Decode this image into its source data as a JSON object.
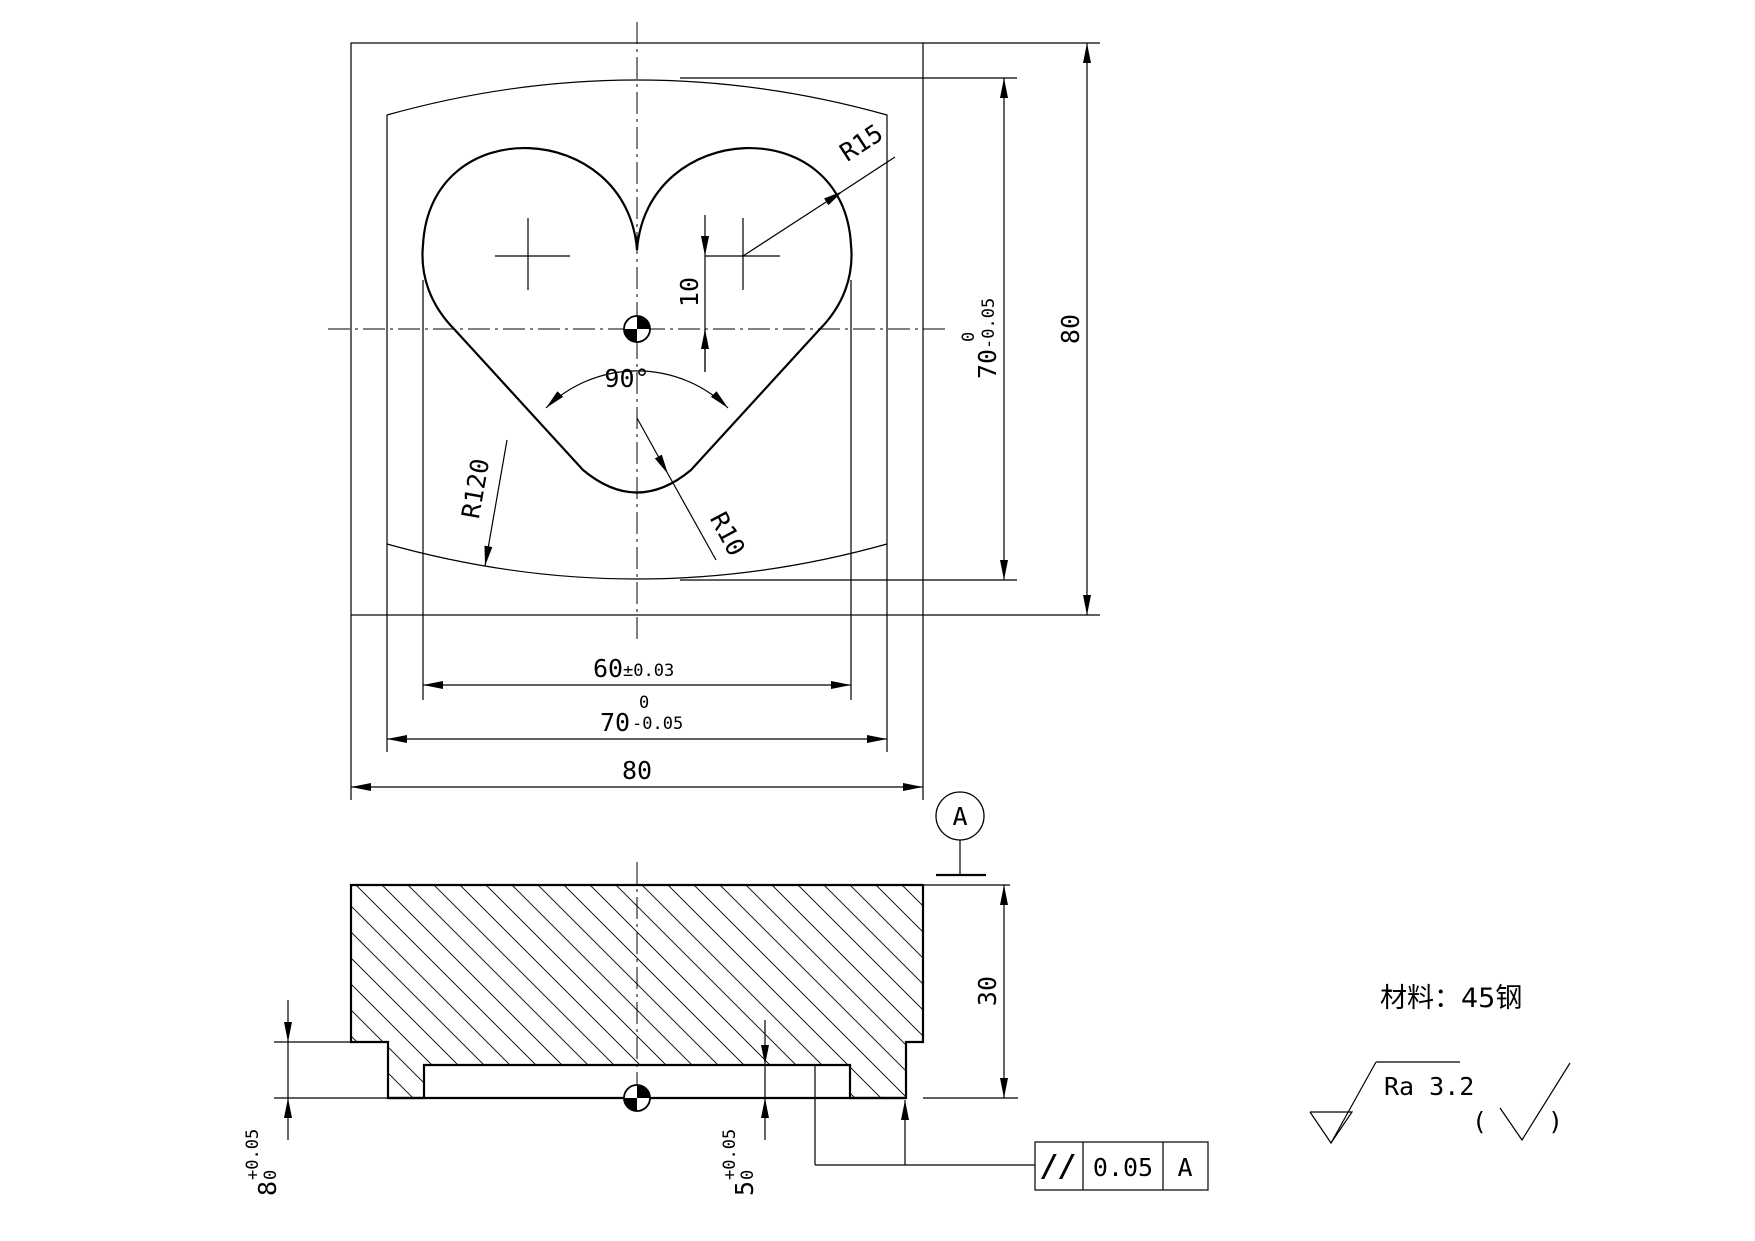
{
  "top_view": {
    "width_outer": "80",
    "width_inner_nominal": "70",
    "width_inner_tol_upper": "0",
    "width_inner_tol_lower": "-0.05",
    "heart_width_nominal": "60",
    "heart_width_tol": "±0.03",
    "height_outer": "80",
    "height_inner_nominal": "70",
    "height_inner_tol_upper": "0",
    "height_inner_tol_lower": "-0.05",
    "radius_lobe": "R15",
    "radius_arc": "R120",
    "radius_tip": "R10",
    "offset": "10",
    "angle": "90°"
  },
  "section_view": {
    "datum": "A",
    "height": "30",
    "step_depth_nominal": "8",
    "step_depth_tol_upper": "+0.05",
    "step_depth_tol_lower": "0",
    "pocket_depth_nominal": "5",
    "pocket_depth_tol_upper": "+0.05",
    "pocket_depth_tol_lower": "0",
    "tolerance_frame": {
      "symbol": "//",
      "value": "0.05",
      "datum": "A"
    }
  },
  "notes": {
    "material": "材料：45钢",
    "roughness": "Ra 3.2",
    "roughness_other_open": "(",
    "roughness_other_close": ")"
  }
}
